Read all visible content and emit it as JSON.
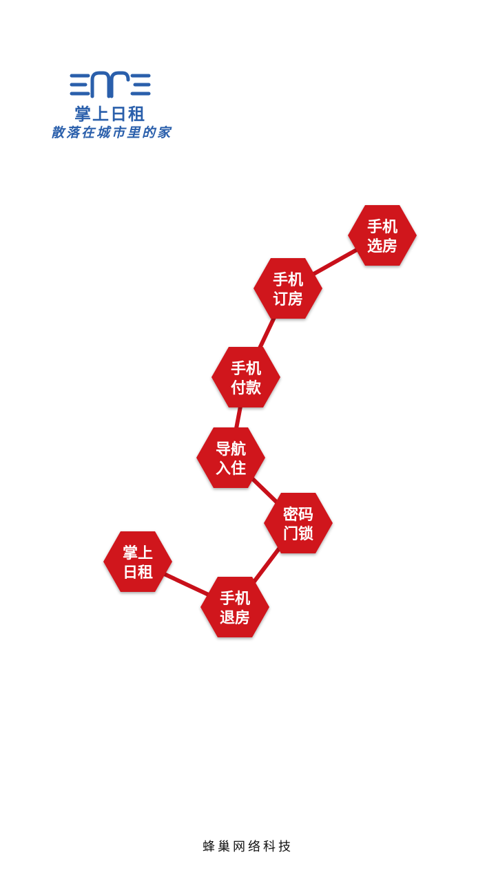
{
  "brand": {
    "logo_icon": "door-symbol-icon",
    "name": "掌上日租",
    "slogan": "散落在城市里的家",
    "color": "#2a5fab"
  },
  "flow": {
    "color": "#d0121b",
    "connector_color": "#c8101a",
    "steps": [
      {
        "id": "select",
        "lines": [
          "手机",
          "选房"
        ]
      },
      {
        "id": "book",
        "lines": [
          "手机",
          "订房"
        ]
      },
      {
        "id": "pay",
        "lines": [
          "手机",
          "付款"
        ]
      },
      {
        "id": "navigate",
        "lines": [
          "导航",
          "入住"
        ]
      },
      {
        "id": "lock",
        "lines": [
          "密码",
          "门锁"
        ]
      },
      {
        "id": "checkout",
        "lines": [
          "手机",
          "退房"
        ]
      },
      {
        "id": "brand",
        "lines": [
          "掌上",
          "日租"
        ]
      }
    ]
  },
  "footer": {
    "company": "蜂巢网络科技"
  }
}
